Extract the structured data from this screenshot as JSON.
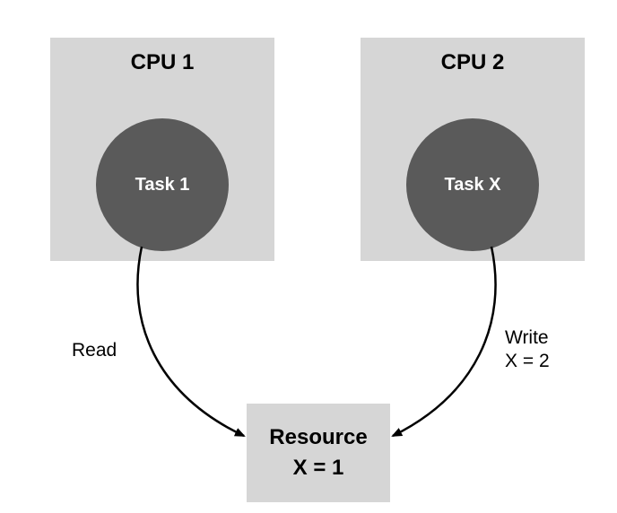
{
  "cpu1": {
    "title": "CPU 1",
    "task": "Task 1"
  },
  "cpu2": {
    "title": "CPU 2",
    "task": "Task X"
  },
  "resource": {
    "name": "Resource",
    "value": "X = 1"
  },
  "edges": {
    "read": "Read",
    "write_line1": "Write",
    "write_line2": "X = 2"
  },
  "colors": {
    "box_fill": "#d6d6d6",
    "task_fill": "#5a5a5a",
    "task_text": "#ffffff",
    "arrow": "#000000"
  }
}
